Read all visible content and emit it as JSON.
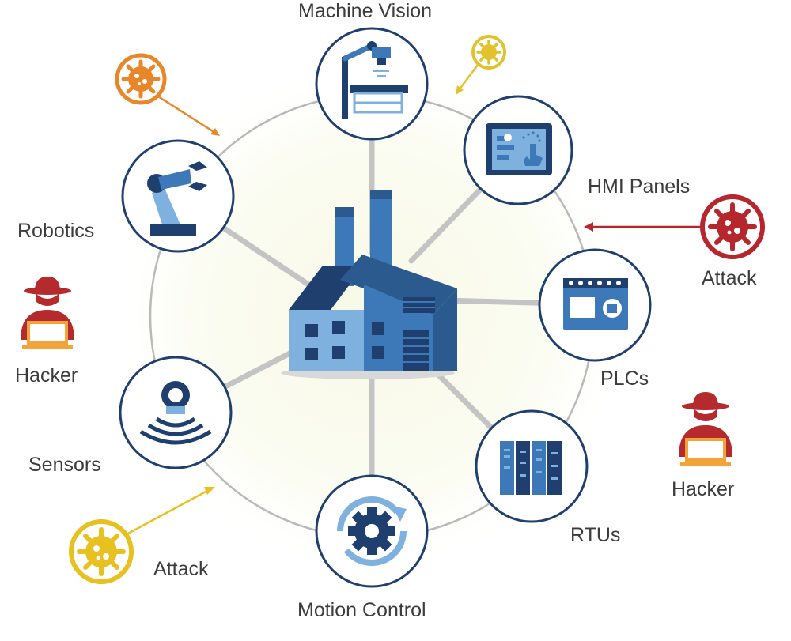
{
  "labels": {
    "machine_vision": "Machine Vision",
    "hmi_panels": "HMI Panels",
    "robotics": "Robotics",
    "plcs": "PLCs",
    "sensors": "Sensors",
    "rtus": "RTUs",
    "motion_control": "Motion Control",
    "hacker_left": "Hacker",
    "hacker_right": "Hacker",
    "attack_right": "Attack",
    "attack_bottom": "Attack"
  },
  "colors": {
    "ring": "#b9b9b9",
    "node_border": "#1f3f6e",
    "node_fill": "#ffffff",
    "dark_blue": "#1f3f6e",
    "mid_blue": "#3d78b8",
    "light_blue": "#7fb1de",
    "attack_orange": "#e8872a",
    "attack_yellow": "#e1c12c",
    "attack_yellow_big": "#e6c11f",
    "attack_red": "#b7262c",
    "hacker_red": "#b52a2d",
    "laptop_orange": "#f2a33a",
    "text": "#3c3c3c"
  }
}
